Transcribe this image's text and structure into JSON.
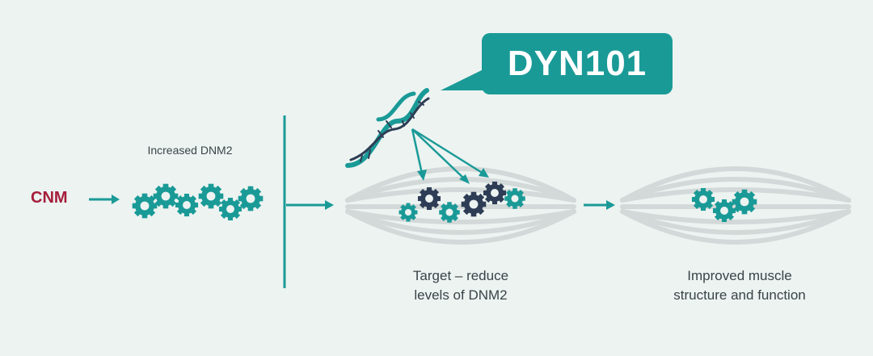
{
  "labels": {
    "disease": "CNM",
    "increased": "Increased DNM2",
    "target_line1": "Target – reduce",
    "target_line2": "levels of DNM2",
    "improved_line1": "Improved muscle",
    "improved_line2": "structure and function",
    "drug": "DYN101"
  },
  "colors": {
    "teal": "#1a9a97",
    "dark_gear": "#2e3d55",
    "disease_red": "#a51d3a",
    "muscle": "#d6dcdb",
    "background": "#ecf3f1"
  },
  "icons": [
    "gear-icon",
    "muscle-fiber-icon",
    "rna-strand-icon",
    "arrow-right-icon",
    "speech-bubble-icon"
  ]
}
